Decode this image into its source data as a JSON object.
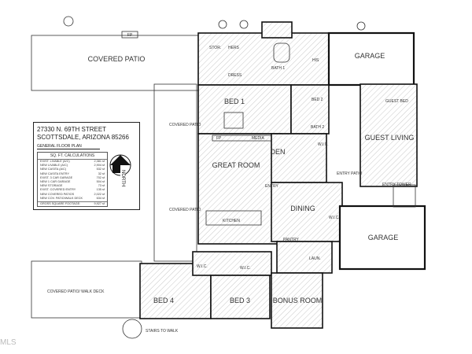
{
  "info": {
    "address_line1": "27330 N. 69TH STREET",
    "address_line2": "SCOTTSDALE, ARIZONA 85266",
    "plan_title": "GENERAL FLOOR PLAN",
    "north_label": "NORTH",
    "calc_title": "SQ. FT. CALCULATIONS",
    "rows": [
      {
        "label": "EXIST. LIVABLE (A/C)",
        "value": "2,381 sf"
      },
      {
        "label": "NEW LIVABLE (A/C)",
        "value": "2,904 sf"
      },
      {
        "label": "NEW CASITA (A/C)",
        "value": "532 sf"
      },
      {
        "label": "NEW CASITA ENTRY",
        "value": "32 sf"
      },
      {
        "label": "EXIST. 3 CAR GARAGE",
        "value": "702 sf"
      },
      {
        "label": "NEW 1 CAR GARAGE",
        "value": "504 sf"
      },
      {
        "label": "NEW STORAGE",
        "value": "73 sf"
      },
      {
        "label": "EXIST. COVERED ENTRY",
        "value": "135 sf"
      },
      {
        "label": "NEW COVERED PATIOS",
        "value": "2,022 sf"
      },
      {
        "label": "NEW COV. PATIO/WALK DECK",
        "value": "634 sf"
      }
    ],
    "total_label": "GROSS SQUARE FOOTAGE:",
    "total_value": "9,927 sf"
  },
  "rooms": {
    "covered_patio_top": "COVERED PATIO",
    "fp_top": "FP",
    "stor": "STOR.",
    "hers": "HERS",
    "his": "HIS",
    "dress": "DRESS",
    "bath1": "BATH 1",
    "garage_top": "GARAGE",
    "bed1": "BED 1",
    "bed2": "BED 2",
    "bath2": "BATH 2",
    "guest_bed": "GUEST BED",
    "guest_living": "GUEST LIVING",
    "fp": "FP",
    "media": "MEDIA",
    "den": "DEN",
    "wic_den": "W.I.C.",
    "entry_patio": "ENTRY PATIO",
    "covered_patio_left1": "COVERED PATIO",
    "covered_patio_left2": "COVERED PATIO",
    "great_room": "GREAT ROOM",
    "entry": "ENTRY",
    "entry_tower": "ENTRY TOWER",
    "dining": "DINING",
    "wic_dining": "W.I.C.",
    "kitchen": "KITCHEN",
    "pantry": "PANTRY",
    "laun": "LAUN.",
    "garage_bottom": "GARAGE",
    "covered_patio_deck": "COVERED PATIO/ WALK DECK",
    "wic_bed4": "W.I.C.",
    "wic_bed3": "W.I.C.",
    "bed4": "BED 4",
    "bed3": "BED 3",
    "bonus_room": "BONUS ROOM",
    "stairs": "STAIRS TO WALK"
  },
  "watermark": "MLS"
}
